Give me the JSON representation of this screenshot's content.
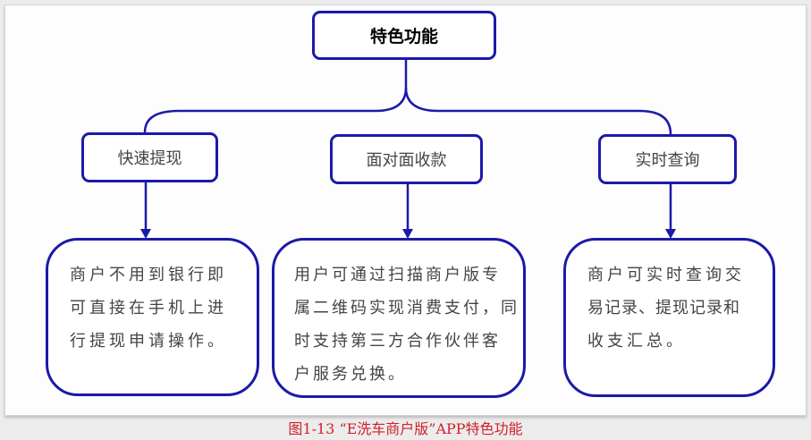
{
  "root": {
    "label": "特色功能"
  },
  "features": [
    {
      "label": "快速提现",
      "lines": [
        "商户不用到银行即",
        "可直接在手机上进",
        "行提现申请操作。"
      ]
    },
    {
      "label": "面对面收款",
      "lines": [
        "用户可通过扫描商户版专",
        "属二维码实现消费支付，同",
        "时支持第三方合作伙伴客",
        "户服务兑换。"
      ]
    },
    {
      "label": "实时查询",
      "lines": [
        "商户可实时查询交",
        "易记录、提现记录和",
        "收支汇总。"
      ]
    }
  ],
  "caption": "图1-13 “E洗车商户版”APP特色功能",
  "colors": {
    "line": "#1a1aa8",
    "caption": "#d0202a"
  }
}
